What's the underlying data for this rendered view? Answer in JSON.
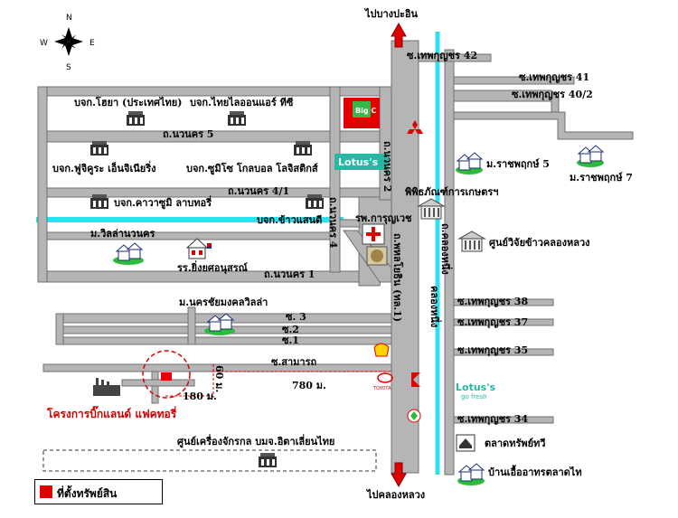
{
  "compass": {
    "n": "N",
    "s": "S",
    "e": "E",
    "w": "W"
  },
  "directions": {
    "north": "ไปบางปะอิน",
    "south": "ไปคลองหลวง"
  },
  "roads": {
    "main_highway": "ถ.พหลโยธิน (ทล.1)",
    "navanakorn_2": "ถ.นวนคร 2",
    "navanakorn_4": "ถ.นวนคร 4",
    "khlong_nueng": "ถ.คลองหนึ่ง",
    "khlong_label": "คลองหนึ่ง",
    "navanakorn_5": "ถ.นวนคร 5",
    "navanakorn_4_1": "ถ.นวนคร 4/1",
    "navanakorn_1": "ถ.นวนคร 1",
    "soi3": "ซ. 3",
    "soi2": "ซ.2",
    "soi1": "ซ.1",
    "samakkhi": "ซ.สามารถ"
  },
  "sois_east": {
    "s42": "ซ.เทพกุญชร 42",
    "s41": "ซ.เทพกุญชร 41",
    "s40_2": "ซ.เทพกุญชร 40/2",
    "s38": "ซ.เทพกุญชร 38",
    "s37": "ซ.เทพกุญชร 37",
    "s35": "ซ.เทพกุญชร 35",
    "s34": "ซ.เทพกุญชร 34"
  },
  "places": {
    "hoya": "บจก.โฮยา (ประเทศไทย)",
    "thai_airline": "บจก.ไทยไลออนแอร์ ทีซี",
    "fujikura": "บจก.ฟูจิคูระ เอ็นจิเนียริ่ง",
    "sumitomo": "บจก.ซูมิโซ โกลบอล โลจิสติกส์",
    "kawasumi": "บจก.คาวาซูมิ ลาบทอรี่",
    "khao_sanit": "บจก.ข้าวแสนดี",
    "villa": "ม.วิลล่านวนคร",
    "school": "รร.ยิ่งยศอนุสรณ์",
    "hospital": "รพ.การุญเวช",
    "museum": "พิพิธภัณฑ์การเกษตรฯ",
    "rice_center": "ศูนย์วิจัยข้าวคลองหลวง",
    "ratchapruk5": "ม.ราชพฤกษ์ 5",
    "ratchapruk7": "ม.ราชพฤกษ์ 7",
    "nakhon_chai": "ม.นครชัยมงคลวิลล่า",
    "market": "ตลาดทรัพย์ทวี",
    "house_aurthorn": "บ้านเอื้ออาทรตลาดไท",
    "machine_center": "ศูนย์เครื่องจักรกล บมจ.อิตาเลี่ยนไทย",
    "project": "โครงการบิ๊กแลนด์ แฟคทอรี่"
  },
  "brands": {
    "lotus": "Lotus's",
    "lotus_fresh_top": "Lotus's",
    "lotus_fresh_bottom": "go fresh",
    "bigc": "Big C",
    "toyota": "TOYOTA"
  },
  "distances": {
    "d180": "180 ม.",
    "d780": "780 ม.",
    "d60": "60 ม."
  },
  "legend": {
    "label": "ที่ตั้งทรัพย์สิน",
    "color": "#e00000"
  },
  "colors": {
    "road": "#b4b4b4",
    "road_edge": "#7a7a7a",
    "canal": "#33ddee",
    "arrow": "#e00000",
    "target_red": "#e00000"
  }
}
